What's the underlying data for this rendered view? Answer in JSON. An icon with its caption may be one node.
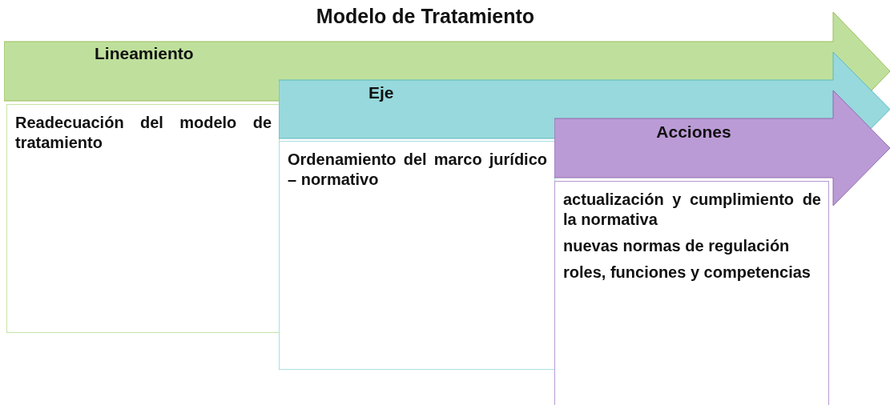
{
  "diagram": {
    "title": "Modelo de Tratamiento",
    "nodes": [
      {
        "text": [
          "Lineamiento"
        ]
      },
      {
        "text": [
          "Readecuación del modelo de tratamiento"
        ]
      },
      {
        "text": [
          "Eje"
        ]
      },
      {
        "text": [
          "Ordenamiento del marco jurídico – normativo"
        ]
      },
      {
        "text": [
          "Acciones"
        ]
      },
      {
        "text": [
          "actualización y cumplimiento de la normativa",
          "nuevas normas de regulación",
          "roles, funciones y competencias"
        ]
      }
    ]
  }
}
